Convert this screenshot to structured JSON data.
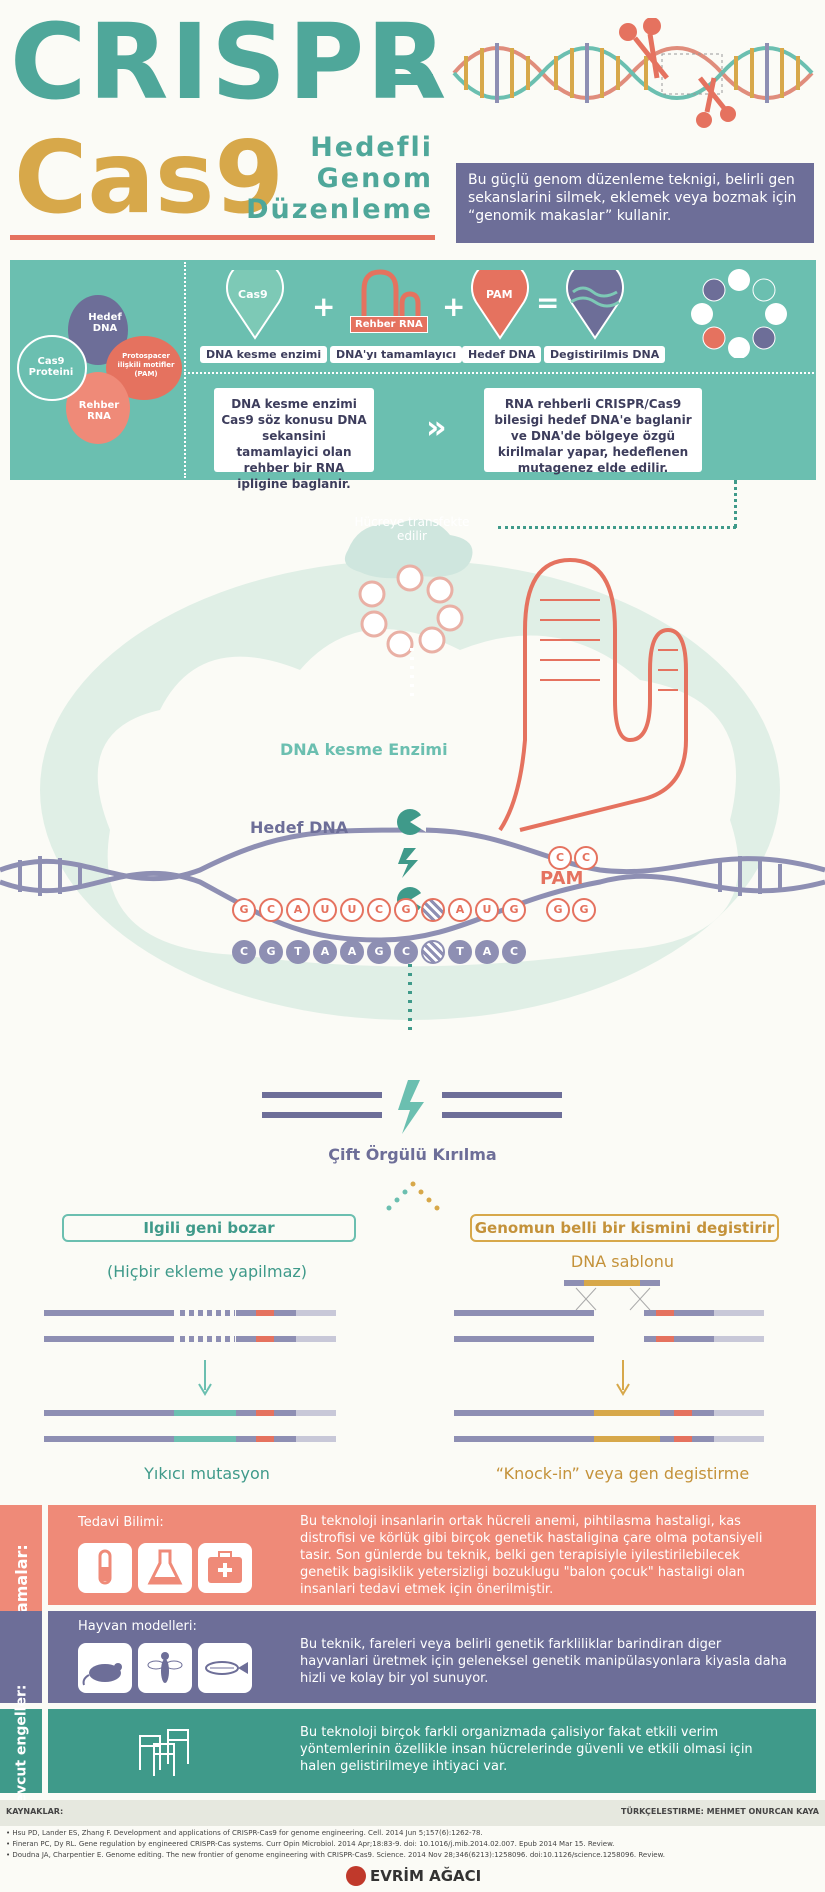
{
  "header": {
    "title_line1": "CRISPR",
    "title_line2": "Cas9",
    "subtitle_line1": "Hedefli",
    "subtitle_line2": "Genom",
    "subtitle_line3": "Düzenleme",
    "intro": "Bu güçlü genom düzenleme teknigi, belirli gen sekanslarini silmek, eklemek veya bozmak için “genomik makaslar” kullanir."
  },
  "mechanism": {
    "petals": [
      "Hedef DNA",
      "Protospacer ilişkili motifler (PAM)",
      "Rehber RNA",
      "Cas9 Proteini"
    ],
    "components": [
      {
        "tag": "Cas9",
        "label": "DNA kesme enzimi"
      },
      {
        "tag": "Rehber RNA",
        "label": "DNA'yı tamamlayıcı"
      },
      {
        "tag": "PAM",
        "label": "Hedef DNA"
      },
      {
        "tag": "",
        "label": "Degistirilmis DNA"
      }
    ],
    "op_plus": "+",
    "op_equals": "=",
    "step1": "DNA kesme enzimi Cas9 söz konusu DNA sekansini tamamlayici olan rehber bir RNA ipligine baglanir.",
    "step_arrow": "»",
    "step2": "RNA rehberli CRISPR/Cas9 bilesigi hedef DNA'e baglanir ve DNA'de bölgeye özgü kirilmalar yapar, hedeflenen mutagenez elde edilir."
  },
  "cell": {
    "transfect_label": "Hücreye transfekte edilir",
    "enzyme_label": "DNA kesme Enzimi",
    "target_label": "Hedef DNA",
    "pam_label": "PAM",
    "top_strand": [
      "G",
      "C",
      "A",
      "U",
      "U",
      "C",
      "G",
      "",
      "A",
      "U",
      "G"
    ],
    "bottom_strand": [
      "C",
      "G",
      "T",
      "A",
      "A",
      "G",
      "C",
      "",
      "T",
      "A",
      "C"
    ],
    "pam_top": [
      "C",
      "C"
    ],
    "pam_bottom": [
      "G",
      "G"
    ]
  },
  "break": {
    "label": "Çift Örgülü Kırılma"
  },
  "outcomes": {
    "left_title": "Ilgili geni bozar",
    "left_note": "(Hiçbir ekleme yapilmaz)",
    "left_result": "Yıkıcı mutasyon",
    "right_title": "Genomun belli bir kismini degistirir",
    "right_note": "DNA sablonu",
    "right_result": "“Knock-in” veya gen degistirme"
  },
  "applications": {
    "side_label": "Uygulamalar:",
    "therapy_title": "Tedavi Bilimi:",
    "therapy_text": "Bu teknoloji insanlarin ortak hücreli anemi, pihtilasma hastaligi, kas distrofisi ve körlük gibi birçok genetik hastaligina çare olma potansiyeli tasir. Son günlerde bu teknik, belki gen terapisiyle iyilestirilebilecek genetik bagisiklik yetersizligi bozuklugu \"balon çocuk\" hastaligi olan insanlari tedavi etmek için önerilmiştir.",
    "animal_title": "Hayvan modelleri:",
    "animal_text": "Bu teknik, fareleri veya belirli genetik farkliliklar barindiran diger hayvanlari üretmek için geleneksel genetik manipülasyonlara kiyasla daha hizli ve kolay bir yol sunuyor.",
    "obstacles_label": "Mevcut engeller:",
    "obstacles_text": "Bu teknoloji birçok farkli organizmada çalisiyor fakat etkili verim yöntemlerinin özellikle insan hücrelerinde güvenli ve etkili olmasi için halen gelistirilmeye ihtiyaci var."
  },
  "footer": {
    "sources_label": "KAYNAKLAR:",
    "translation": "TÜRKÇELESTIRME: MEHMET ONURCAN KAYA",
    "refs": [
      "• Hsu PD, Lander ES, Zhang F. Development and applications of CRISPR-Cas9 for genome engineering. Cell. 2014 Jun 5;157(6):1262-78.",
      "• Fineran PC, Dy RL. Gene regulation by engineered CRISPR-Cas systems. Curr Opin Microbiol. 2014 Apr;18:83-9. doi: 10.1016/j.mib.2014.02.007. Epub 2014 Mar 15. Review.",
      "• Doudna JA, Charpentier E. Genome editing. The new frontier of genome engineering with CRISPR-Cas9. Science. 2014 Nov 28;346(6213):1258096. doi:10.1126/science.1258096. Review."
    ],
    "brand": "EVRİM AĞACI"
  },
  "colors": {
    "teal": "#6bbfb0",
    "salmon": "#ef8a78",
    "purple": "#6d6e98",
    "gold": "#d7a84a",
    "dark_teal": "#3f9a8a"
  }
}
